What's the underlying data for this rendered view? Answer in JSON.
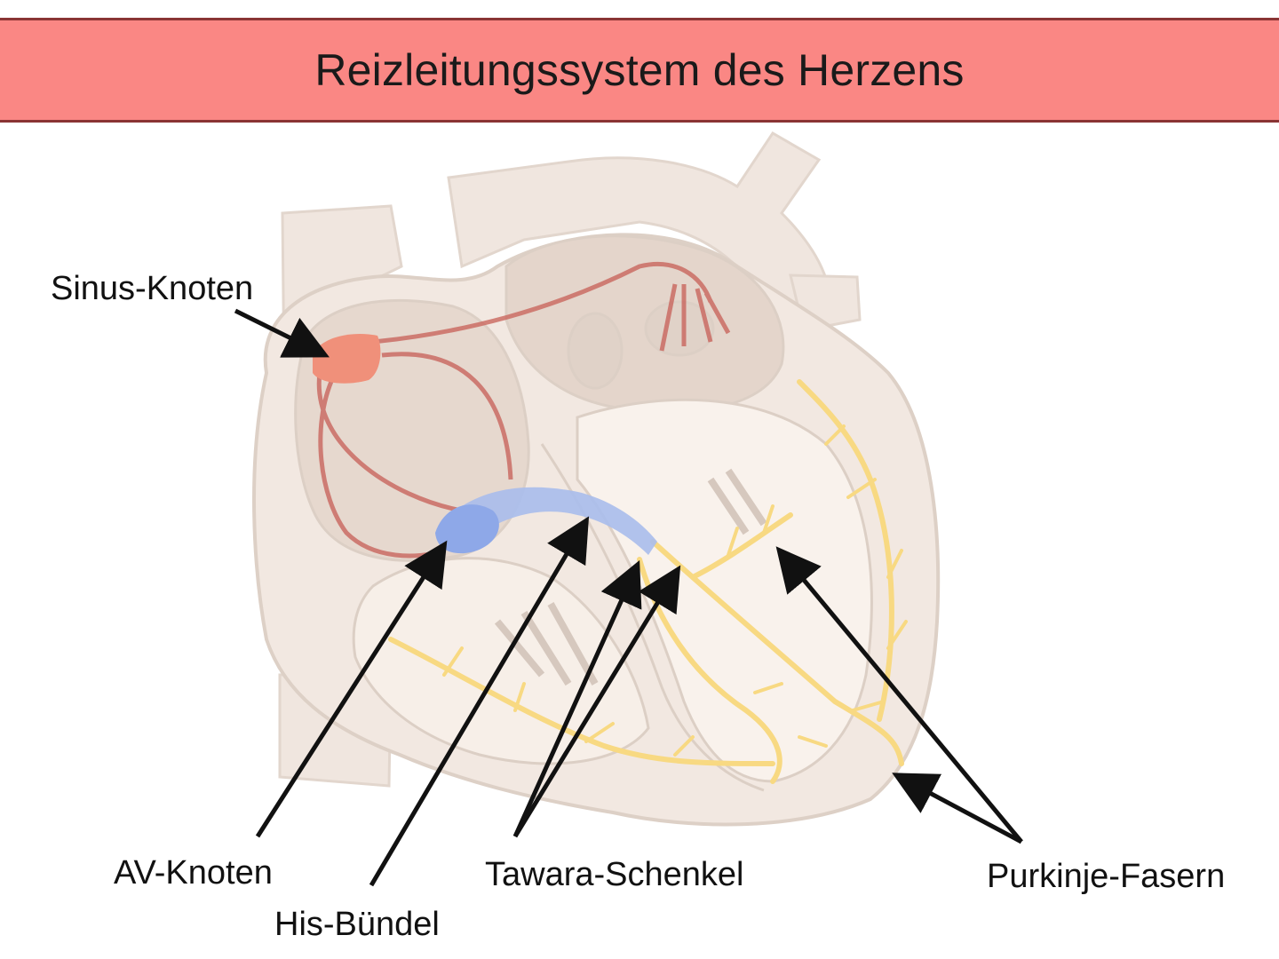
{
  "title": "Reizleitungssystem des Herzens",
  "colors": {
    "banner": "#fa8784",
    "banner_border": "#8a3434",
    "heart_tissue": "#efe3da",
    "heart_outline": "#ddd0c6",
    "conduction_red": "#c9665e",
    "sinus_node": "#f0907a",
    "av_node": "#8ea8e8",
    "purkinje_yellow": "#f8d982",
    "arrow": "#111111"
  },
  "labels": {
    "sinus": "Sinus-Knoten",
    "av": "AV-Knoten",
    "his": "His-Bündel",
    "tawara": "Tawara-Schenkel",
    "purkinje": "Purkinje-Fasern"
  }
}
